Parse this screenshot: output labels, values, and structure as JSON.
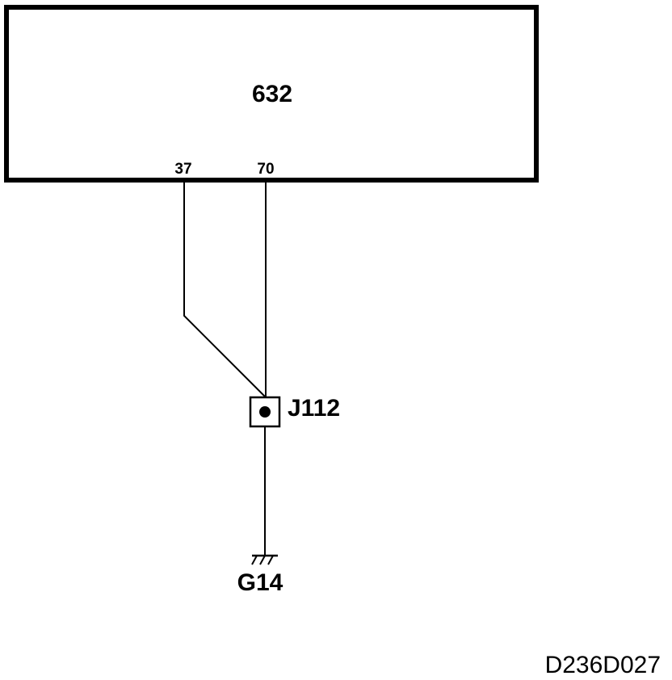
{
  "diagram": {
    "component": {
      "label": "632",
      "pins": [
        {
          "label": "37"
        },
        {
          "label": "70"
        }
      ]
    },
    "junction": {
      "label": "J112"
    },
    "ground": {
      "label": "G14"
    },
    "figure_id": "D236D027"
  },
  "colors": {
    "line": "#000000",
    "background": "#ffffff"
  }
}
